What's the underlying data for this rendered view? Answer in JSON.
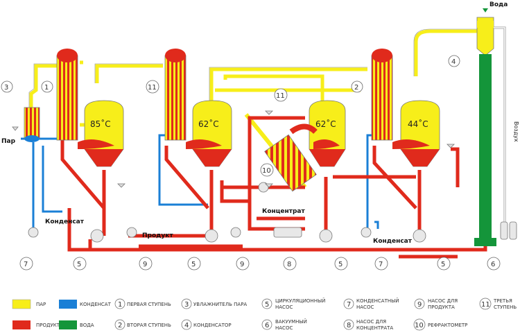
{
  "colors": {
    "steam": "#f7ee1a",
    "product": "#e02a1c",
    "condensate": "#1a7fd6",
    "water": "#14953a",
    "tube_dark": "#b01a1a",
    "outline": "#555555"
  },
  "vessel_temps": [
    "85˚C",
    "62˚C",
    "62˚C",
    "44˚C"
  ],
  "labels": {
    "steam_in": "Пар",
    "water_top": "Вода",
    "air": "Воздух",
    "condensate_left": "Конденсат",
    "condensate_right": "Конденсат",
    "product": "Продукт",
    "concentrate": "Концентрат"
  },
  "callouts": {
    "c1": "1",
    "c2": "2",
    "c3": "3",
    "c4": "4",
    "c11a": "11",
    "c11b": "11",
    "c10": "10"
  },
  "bottom_numbers": [
    "7",
    "5",
    "9",
    "5",
    "9",
    "8",
    "5",
    "7",
    "5",
    "6"
  ],
  "legend_colors": [
    {
      "label": "ПАР",
      "color": "#f7ee1a"
    },
    {
      "label": "КОНДЕНСАТ",
      "color": "#1a7fd6"
    },
    {
      "label": "ПРОДУКТ",
      "color": "#e02a1c"
    },
    {
      "label": "ВОДА",
      "color": "#14953a"
    }
  ],
  "legend_items": [
    {
      "num": "1",
      "text": [
        "ПЕРВАЯ СТУПЕНЬ"
      ]
    },
    {
      "num": "2",
      "text": [
        "ВТОРАЯ СТУПЕНЬ"
      ]
    },
    {
      "num": "3",
      "text": [
        "УВЛАЖНИТЕЛЬ ПАРА"
      ]
    },
    {
      "num": "4",
      "text": [
        "КОНДЕНСАТОР"
      ]
    },
    {
      "num": "5",
      "text": [
        "ЦИРКУЛЯЦИОННЫЙ",
        "НАСОС"
      ]
    },
    {
      "num": "6",
      "text": [
        "ВАКУУМНЫЙ",
        "НАСОС"
      ]
    },
    {
      "num": "7",
      "text": [
        "КОНДЕНСАТНЫЙ",
        "НАСОС"
      ]
    },
    {
      "num": "8",
      "text": [
        "НАСОС ДЛЯ",
        "КОНЦЕНТРАТА"
      ]
    },
    {
      "num": "9",
      "text": [
        "НАСОС ДЛЯ",
        "ПРОДУКТА"
      ]
    },
    {
      "num": "10",
      "text": [
        "РЕФРАКТОМЕТР"
      ]
    },
    {
      "num": "11",
      "text": [
        "ТРЕТЬЯ",
        "СТУПЕНЬ"
      ]
    }
  ]
}
